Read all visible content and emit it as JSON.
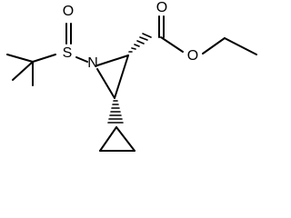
{
  "atoms": {
    "sulfur": "S",
    "sulfinyl_oxygen": "O",
    "nitrogen": "N",
    "carbonyl_oxygen": "O",
    "ester_oxygen": "O"
  },
  "colors": {
    "ink": "#000000",
    "background": "#ffffff"
  }
}
